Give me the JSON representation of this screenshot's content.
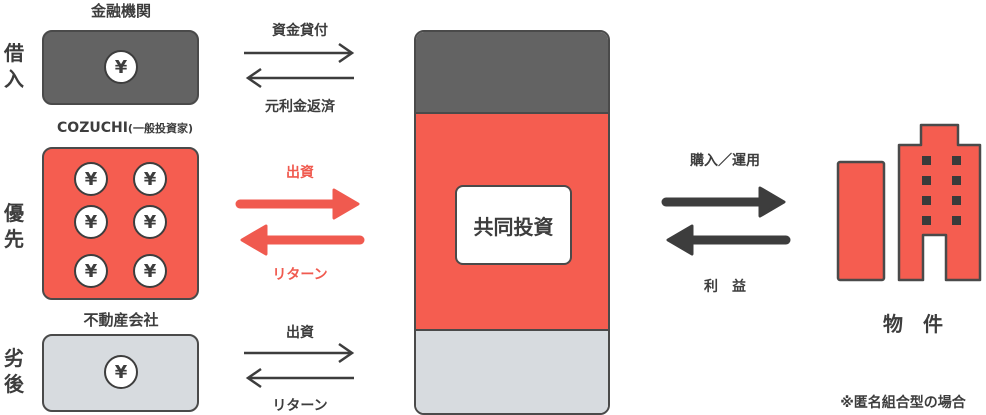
{
  "colors": {
    "dark": "#636363",
    "red": "#f55d50",
    "gray": "#d7dbdf",
    "outline": "#4a4a4a",
    "text": "#3d3d3d",
    "red_text": "#f05a4f"
  },
  "lenders": {
    "title": "金融機関",
    "side_label": "借入",
    "coin": "¥",
    "arrow_out_label": "資金貸付",
    "arrow_in_label": "元利金返済"
  },
  "senior": {
    "title": "COZUCHI",
    "title_note": "(一般投資家)",
    "side_label": "優先",
    "coins": [
      "¥",
      "¥",
      "¥",
      "¥",
      "¥",
      "¥"
    ],
    "arrow_out_label": "出資",
    "arrow_in_label": "リターン"
  },
  "subordinate": {
    "title": "不動産会社",
    "side_label": "劣後",
    "coin": "¥",
    "arrow_out_label": "出資",
    "arrow_in_label": "リターン"
  },
  "fund": {
    "label": "共同投資"
  },
  "property_flow": {
    "arrow_out_label": "購入／運用",
    "arrow_in_label": "利　益"
  },
  "property": {
    "label": "物　件",
    "icon": "building-icon"
  },
  "footnote": "※匿名組合型の場合"
}
